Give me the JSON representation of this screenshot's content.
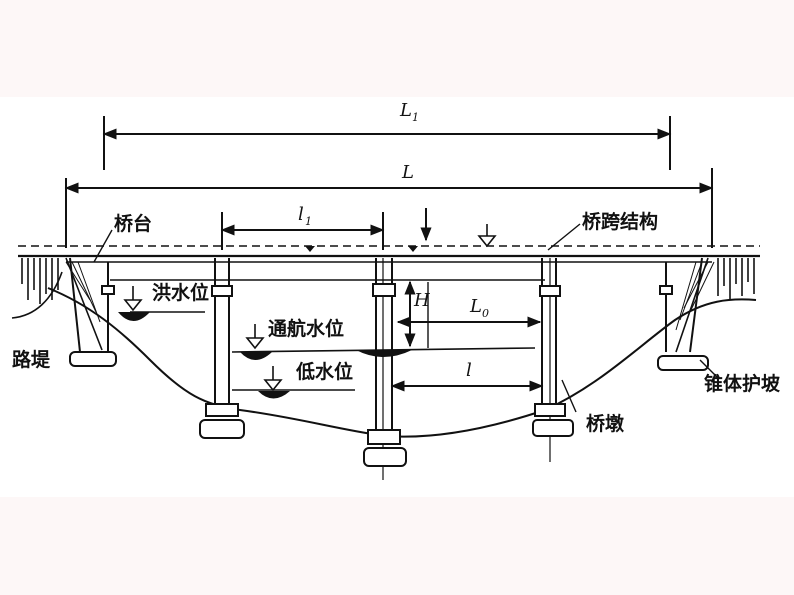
{
  "labels": {
    "abutment": "桥台",
    "superstructure": "桥跨结构",
    "flood_level": "洪水位",
    "navigation_level": "通航水位",
    "low_level": "低水位",
    "embankment": "路堤",
    "cone_slope": "锥体护坡",
    "pier": "桥墩"
  },
  "dimensions": {
    "L1_main": "L",
    "L1_sub": "1",
    "L": "L",
    "l1_main": "l",
    "l1_sub": "1",
    "L0_main": "L",
    "L0_sub": "0",
    "H": "H",
    "l": "l"
  }
}
